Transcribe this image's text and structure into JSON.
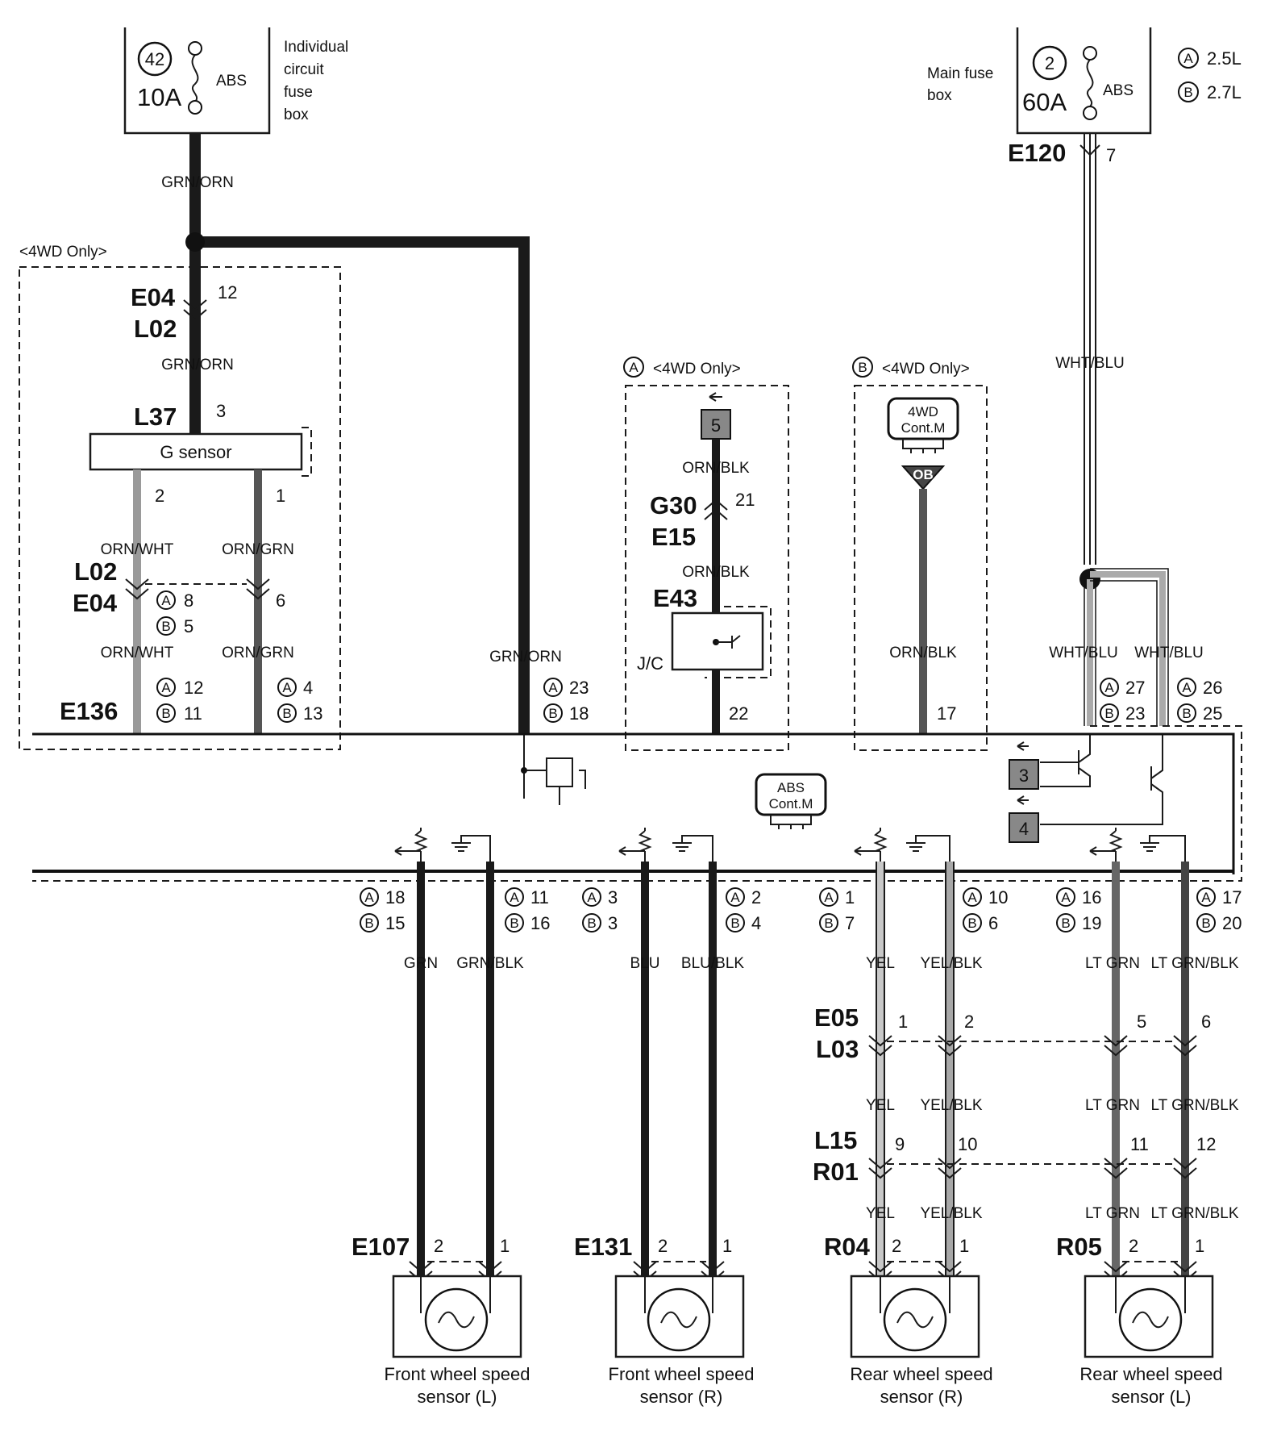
{
  "fuse_left": {
    "number": "42",
    "rating": "10A",
    "circuit": "ABS",
    "box_label": [
      "Individual",
      "circuit",
      "fuse",
      "box"
    ]
  },
  "fuse_right": {
    "number": "2",
    "rating": "60A",
    "circuit": "ABS",
    "box_label": [
      "Main fuse",
      "box"
    ],
    "connector": "E120",
    "pin": "7"
  },
  "legend": {
    "a": "2.5L",
    "b": "2.7L"
  },
  "region_labels": {
    "left": "<4WD Only>",
    "a": "<4WD Only>",
    "b": "<4WD Only>"
  },
  "wire_colors": {
    "grn_orn": "GRN/ORN",
    "orn_wht": "ORN/WHT",
    "orn_grn": "ORN/GRN",
    "orn_blk": "ORN/BLK",
    "wht_blu": "WHT/BLU",
    "grn": "GRN",
    "grn_blk": "GRN/BLK",
    "blu": "BLU",
    "blu_blk": "BLU/BLK",
    "yel": "YEL",
    "yel_blk": "YEL/BLK",
    "lt_grn": "LT GRN",
    "lt_grn_blk": "LT GRN/BLK"
  },
  "connectors": {
    "e04": "E04",
    "l02": "L02",
    "l37": "L37",
    "e136": "E136",
    "g30": "G30",
    "e15": "E15",
    "e43": "E43",
    "jc": "J/C",
    "e05": "E05",
    "l03": "L03",
    "l15": "L15",
    "r01": "R01",
    "e107": "E107",
    "e131": "E131",
    "r04": "R04",
    "r05": "R05"
  },
  "pins": {
    "e04_12": "12",
    "l37_3": "3",
    "g_2": "2",
    "g_1": "1",
    "e04_6": "6",
    "e04_a8": "8",
    "e04_b5": "5",
    "e136_a12": "12",
    "e136_b11": "11",
    "e136_a4": "4",
    "e136_b13": "13",
    "e136_a23": "23",
    "e136_b18": "18",
    "g30_21": "21",
    "jc_22": "22",
    "ob_17": "17",
    "whtblu1_a": "27",
    "whtblu1_b": "23",
    "whtblu2_a": "26",
    "whtblu2_b": "25",
    "s1_a": "18",
    "s1_b": "15",
    "s2_a": "11",
    "s2_b": "16",
    "s3_a": "3",
    "s3_b": "3",
    "s4_a": "2",
    "s4_b": "4",
    "s5_a": "1",
    "s5_b": "7",
    "s6_a": "10",
    "s6_b": "6",
    "s7_a": "16",
    "s7_b": "19",
    "s8_a": "17",
    "s8_b": "20",
    "e05_1": "1",
    "e05_2": "2",
    "e05_5": "5",
    "e05_6": "6",
    "l15_9": "9",
    "l15_10": "10",
    "l15_11": "11",
    "l15_12": "12",
    "sen_2": "2",
    "sen_1": "1"
  },
  "modules": {
    "g_sensor": "G sensor",
    "abs_cont": [
      "ABS",
      "Cont.M"
    ],
    "wd_cont": [
      "4WD",
      "Cont.M"
    ],
    "ob": "OB"
  },
  "markers": {
    "m5": "5",
    "m3": "3",
    "m4": "4"
  },
  "circle_letters": {
    "a": "A",
    "b": "B"
  },
  "sensors": [
    {
      "label1": "Front wheel speed",
      "label2": "sensor (L)"
    },
    {
      "label1": "Front wheel speed",
      "label2": "sensor (R)"
    },
    {
      "label1": "Rear wheel speed",
      "label2": "sensor (R)"
    },
    {
      "label1": "Rear wheel speed",
      "label2": "sensor (L)"
    }
  ]
}
